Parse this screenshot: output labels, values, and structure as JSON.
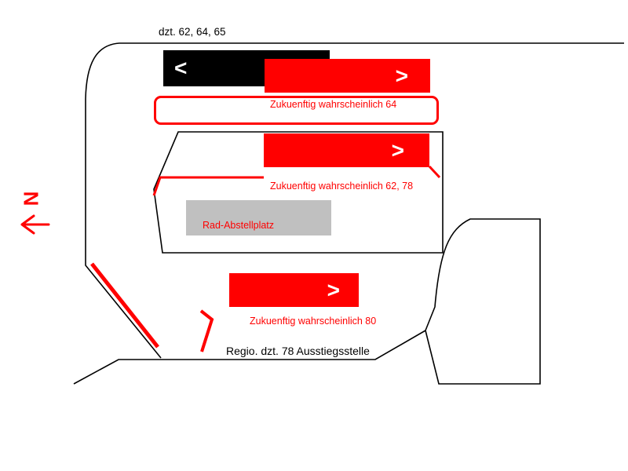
{
  "labels": {
    "current_lines": "dzt. 62, 64, 65",
    "future_64": "Zukuenftig wahrscheinlich 64",
    "future_62_78": "Zukuenftig wahrscheinlich 62, 78",
    "future_80": "Zukuenftig wahrscheinlich 80",
    "bike_parking": "Rad-Abstellplatz",
    "regio_exit": "Regio. dzt. 78 Ausstiegsstelle",
    "north": "N"
  },
  "glyphs": {
    "arrow_left": "<",
    "arrow_right_top": ">",
    "arrow_right_middle": ">",
    "arrow_right_bottom": ">"
  },
  "colors": {
    "accent_red": "#ff0000",
    "bay_black": "#000000",
    "bike_gray": "#c0c0c0",
    "glyph_white": "#ffffff",
    "background": "#ffffff"
  }
}
